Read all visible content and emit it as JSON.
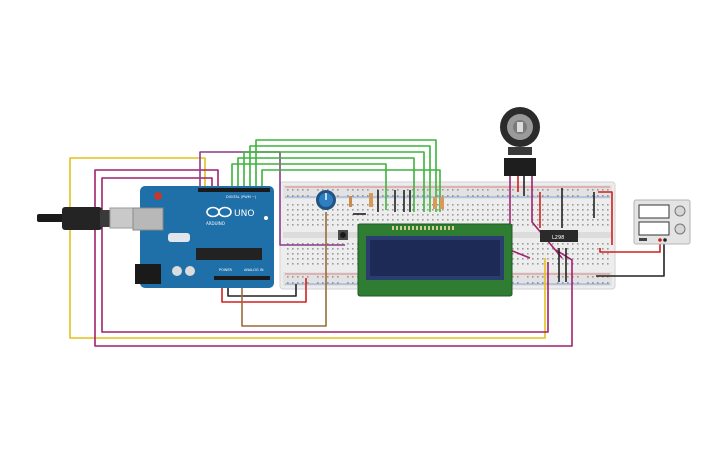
{
  "arduino": {
    "brand": "UNO",
    "logo_text": "ARDUINO",
    "header_digital": "DIGITAL (PWM ~)",
    "header_power": "POWER",
    "header_analog": "ANALOG IN"
  },
  "ic": {
    "label": "L298"
  },
  "colors": {
    "arduino_board": "#1f6fa8",
    "breadboard": "#e9e9e9",
    "lcd_frame": "#3a8a3a",
    "lcd_screen": "#1c2a55",
    "wire_yellow": "#e3c21c",
    "wire_magenta": "#a0216e",
    "wire_green": "#3cb43c",
    "wire_red": "#d02020",
    "wire_black": "#222222",
    "wire_purple": "#8a3c8a",
    "wire_brown": "#9a6b3a",
    "potentiometer": "#1e6fb3"
  },
  "icons": [
    "usb-plug-icon",
    "power-jack-icon",
    "potentiometer-icon",
    "motor-encoder-icon",
    "push-button-icon",
    "power-supply-icon"
  ]
}
